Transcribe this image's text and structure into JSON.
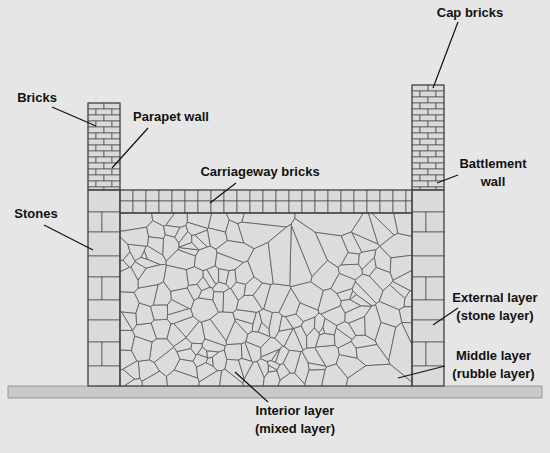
{
  "diagram": {
    "labels": [
      "Cap bricks",
      "Bricks",
      "Parapet wall",
      "Carriageway bricks",
      "Battlement wall",
      "Stones",
      "External layer (stone layer)",
      "Middle layer (rubble layer)",
      "Interior layer (mixed layer)"
    ]
  }
}
